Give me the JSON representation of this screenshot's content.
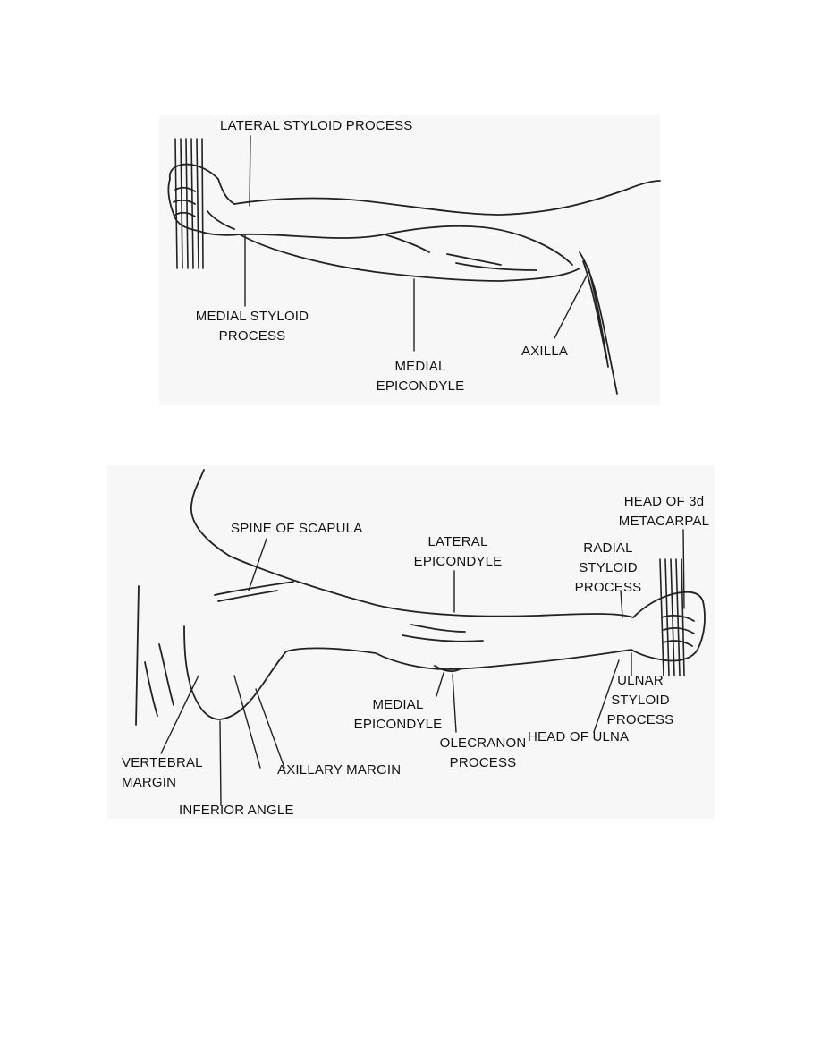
{
  "figure_top": {
    "labels": {
      "lateral_styloid": "LATERAL STYLOID PROCESS",
      "medial_styloid_1": "MEDIAL STYLOID",
      "medial_styloid_2": "PROCESS",
      "medial_epicondyle_1": "MEDIAL",
      "medial_epicondyle_2": "EPICONDYLE",
      "axilla": "AXILLA"
    }
  },
  "figure_bottom": {
    "labels": {
      "head_3d_metacarpal_1": "HEAD OF 3d",
      "head_3d_metacarpal_2": "METACARPAL",
      "spine_scapula": "SPINE OF SCAPULA",
      "lateral_epicondyle_1": "LATERAL",
      "lateral_epicondyle_2": "EPICONDYLE",
      "radial_styloid_1": "RADIAL",
      "radial_styloid_2": "STYLOID",
      "radial_styloid_3": "PROCESS",
      "ulnar_styloid_1": "ULNAR",
      "ulnar_styloid_2": "STYLOID",
      "ulnar_styloid_3": "PROCESS",
      "medial_epicondyle_1": "MEDIAL",
      "medial_epicondyle_2": "EPICONDYLE",
      "head_ulna": "HEAD OF ULNA",
      "olecranon_1": "OLECRANON",
      "olecranon_2": "PROCESS",
      "vertebral_margin_1": "VERTEBRAL",
      "vertebral_margin_2": "MARGIN",
      "axillary_margin": "AXILLARY MARGIN",
      "inferior_angle": "INFERIOR ANGLE"
    }
  }
}
